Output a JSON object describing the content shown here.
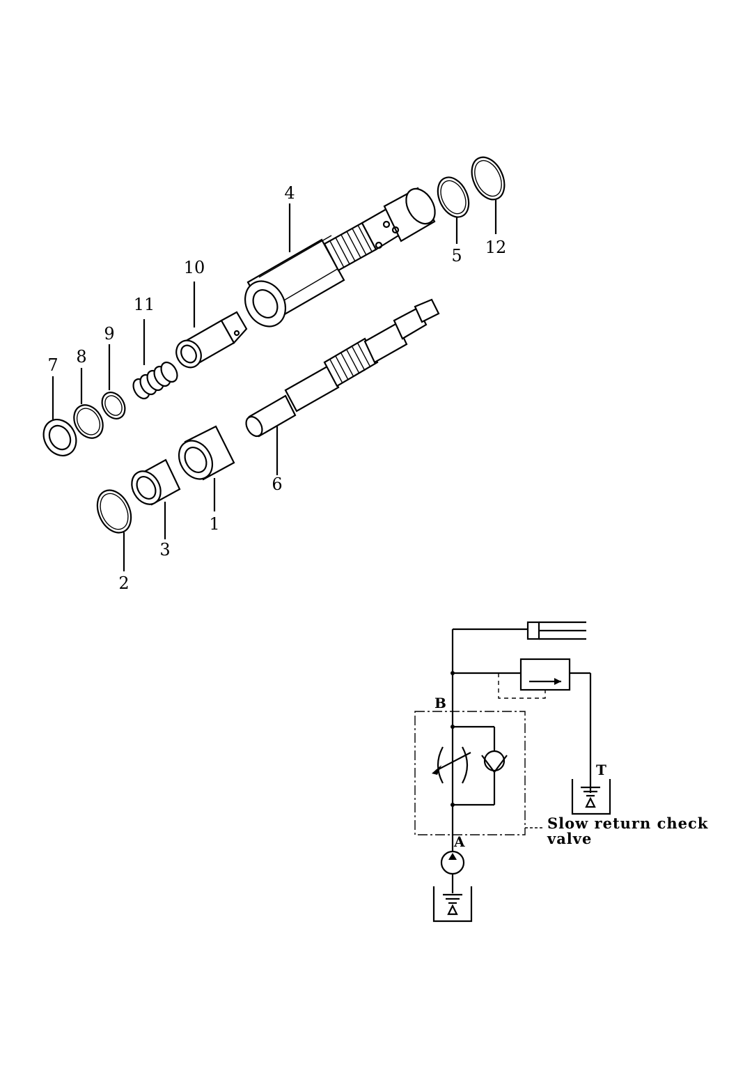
{
  "exploded_view": {
    "part_labels": {
      "p1": "1",
      "p2": "2",
      "p3": "3",
      "p4": "4",
      "p5": "5",
      "p6": "6",
      "p7": "7",
      "p8": "8",
      "p9": "9",
      "p10": "10",
      "p11": "11",
      "p12": "12"
    }
  },
  "circuit": {
    "port_b": "B",
    "port_a": "A",
    "port_t": "T",
    "caption_line1": "Slow return check",
    "caption_line2": "valve"
  }
}
